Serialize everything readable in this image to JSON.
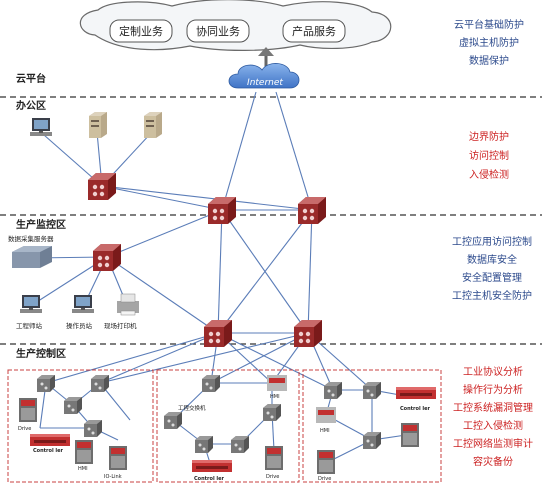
{
  "cloud": {
    "services": [
      "定制业务",
      "协同业务",
      "产品服务"
    ],
    "internet_label": "Internet"
  },
  "zones": {
    "cloud": "云平台",
    "office": "办公区",
    "monitor": "生产监控区",
    "control": "生产控制区"
  },
  "right_notes": {
    "cloud": [
      "云平台基础防护",
      "虚拟主机防护",
      "数据保护"
    ],
    "office": [
      "边界防护",
      "访问控制",
      "入侵检测"
    ],
    "monitor": [
      "工控应用访问控制",
      "数据库安全",
      "安全配置管理",
      "工控主机安全防护"
    ],
    "control": [
      "工业协议分析",
      "操作行为分析",
      "工控系统漏洞管理",
      "工控入侵检测",
      "工控网络监测审计",
      "容灾备份"
    ]
  },
  "monitor_labels": {
    "server": "数据采集服务器",
    "workstation": "工程师站",
    "operator": "操作员站",
    "printer": "现场打印机"
  },
  "control_labels": {
    "drive_a": "Drive",
    "controller_a": "Control ler",
    "hmi_a": "HMI",
    "io_a": "IO-Link",
    "middle_switch": "工程交换机",
    "hmi_b": "HMI",
    "controller_b": "Control ler",
    "drive_b": "Drive",
    "controller_c": "Control ler",
    "hmi_c": "HMI",
    "drive_c": "Drive"
  },
  "colors": {
    "note_blue": "#2c4a8c",
    "note_red": "#cc2222",
    "line": "#5b7db8",
    "dashed_box": "#c94040",
    "cloud_fill": "#5a8fd8"
  }
}
